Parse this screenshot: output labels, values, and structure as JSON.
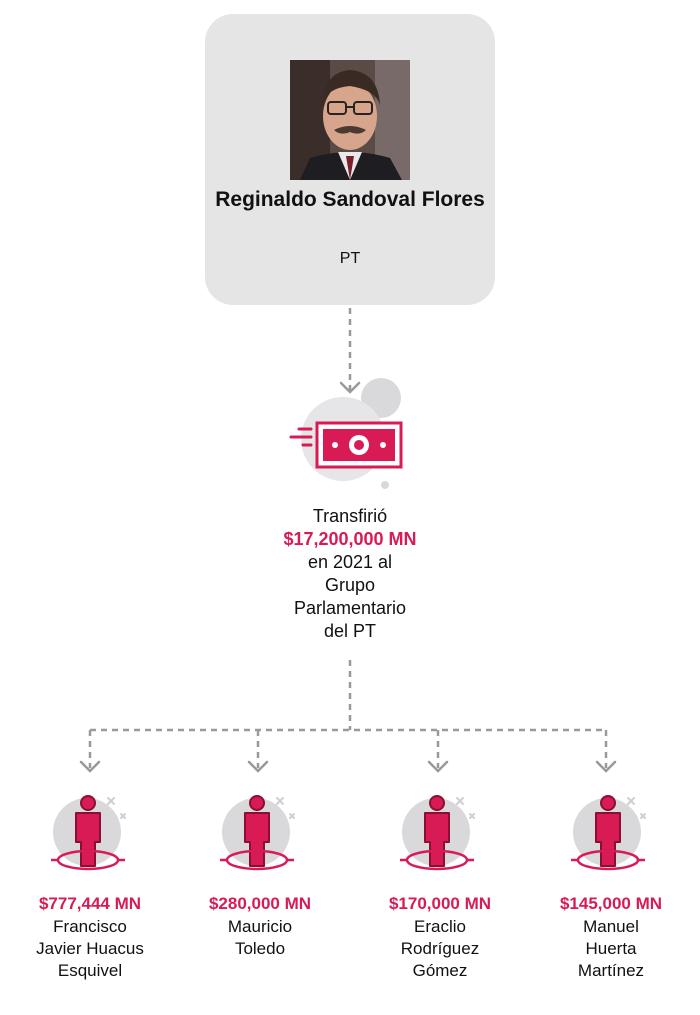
{
  "person": {
    "name": "Reginaldo Sandoval Flores",
    "party": "PT"
  },
  "transfer": {
    "line1": "Transfirió",
    "amount": "$17,200,000 MN",
    "line2": "en 2021 al",
    "line3": "Grupo",
    "line4": "Parlamentario",
    "line5": "del PT"
  },
  "recipients": [
    {
      "amount": "$777,444 MN",
      "name": "Francisco\nJavier Huacus\nEsquivel"
    },
    {
      "amount": "$280,000 MN",
      "name": "Mauricio\nToledo"
    },
    {
      "amount": "$170,000 MN",
      "name": "Eraclio\nRodríguez\nGómez"
    },
    {
      "amount": "$145,000 MN",
      "name": "Manuel\nHuerta\nMartínez"
    }
  ],
  "colors": {
    "accent": "#d81b55",
    "card": "#e5e5e6",
    "connector": "#9a9a9a",
    "icon_circle": "#d9d9dc"
  },
  "icons": [
    "money-transfer-icon",
    "person-target-icon"
  ]
}
